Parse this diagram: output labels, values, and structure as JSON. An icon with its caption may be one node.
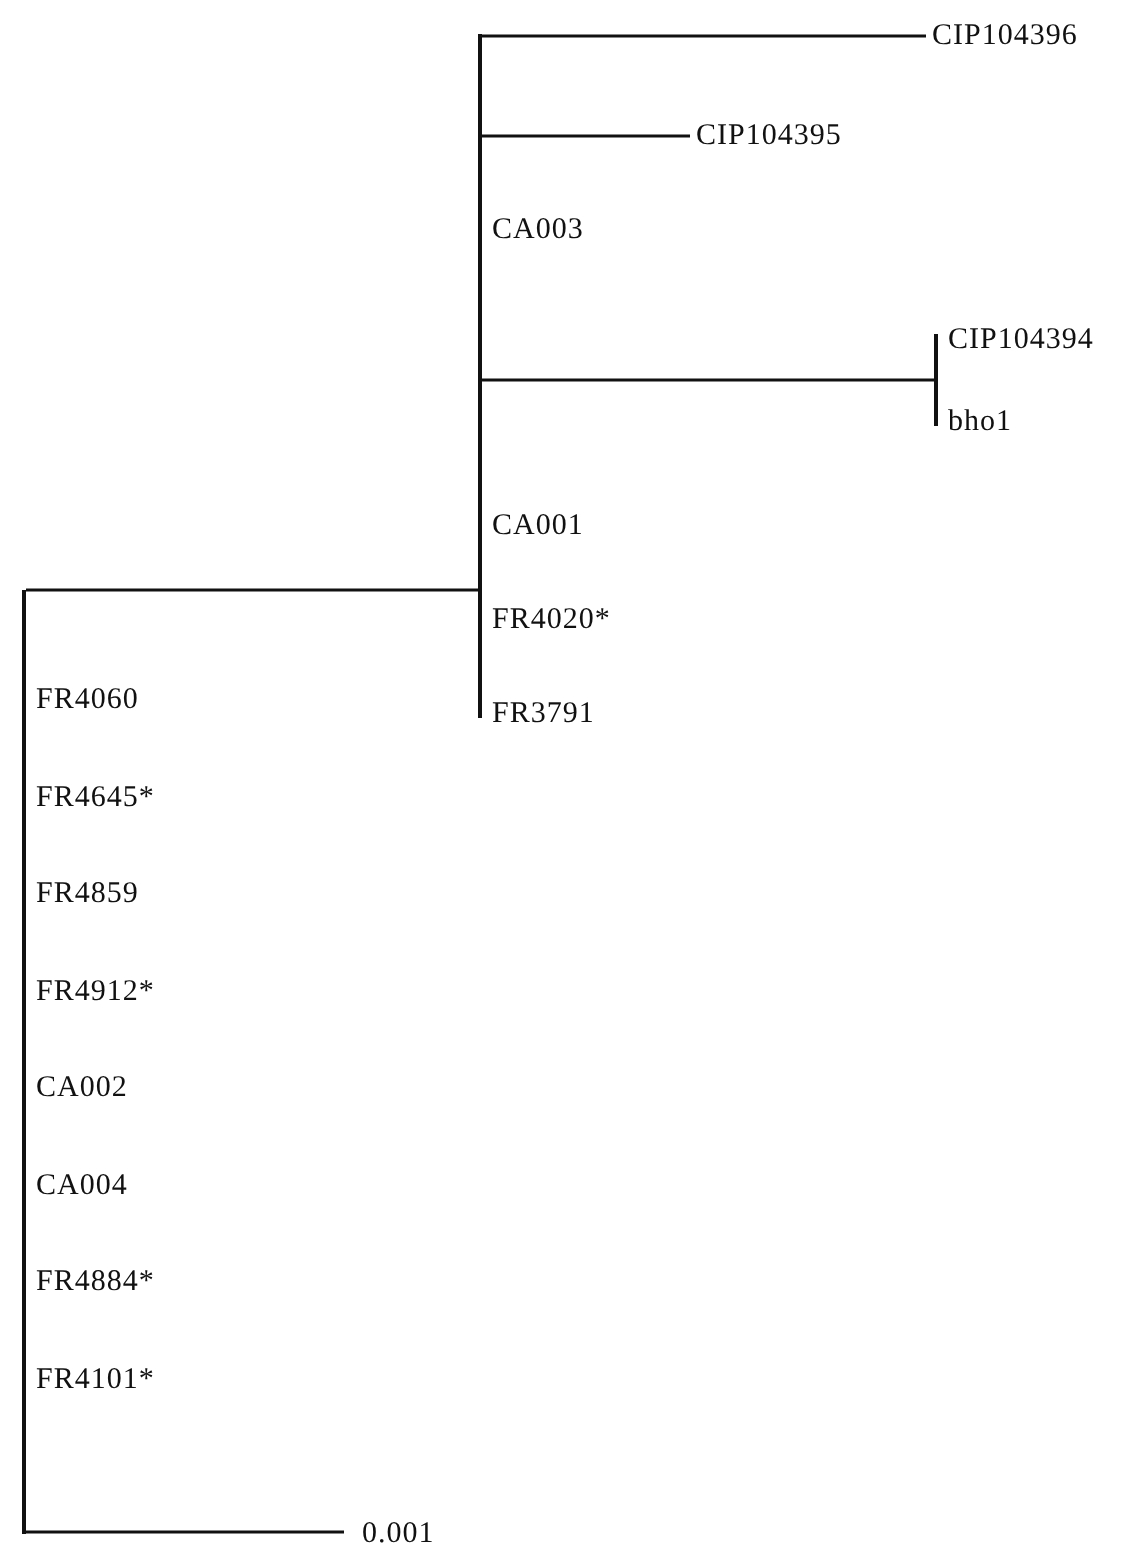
{
  "diagram": {
    "nodes": [
      {
        "text": [],
        "shape": "bar",
        "beside": [
          "FR4060",
          "FR4645*",
          "FR4859",
          "FR4912*",
          "CA002",
          "CA004",
          "FR4884*",
          "FR4101*"
        ]
      },
      {
        "text": [],
        "shape": "bar",
        "beside": [
          "CA003",
          "CA001",
          "FR4020*",
          "FR3791"
        ]
      },
      {
        "text": [
          "CIP104396"
        ]
      },
      {
        "text": [
          "CIP104395"
        ]
      },
      {
        "text": [],
        "shape": "bar",
        "beside": [
          "CIP104394",
          "bho1"
        ]
      }
    ],
    "edges": [
      {
        "from": 0,
        "to": 1,
        "arrow": "none"
      },
      {
        "from": 1,
        "to": 2,
        "arrow": "none"
      },
      {
        "from": 1,
        "to": 3,
        "arrow": "none"
      },
      {
        "from": 1,
        "to": 4,
        "arrow": "none"
      }
    ],
    "labels": [
      "0.001"
    ]
  }
}
